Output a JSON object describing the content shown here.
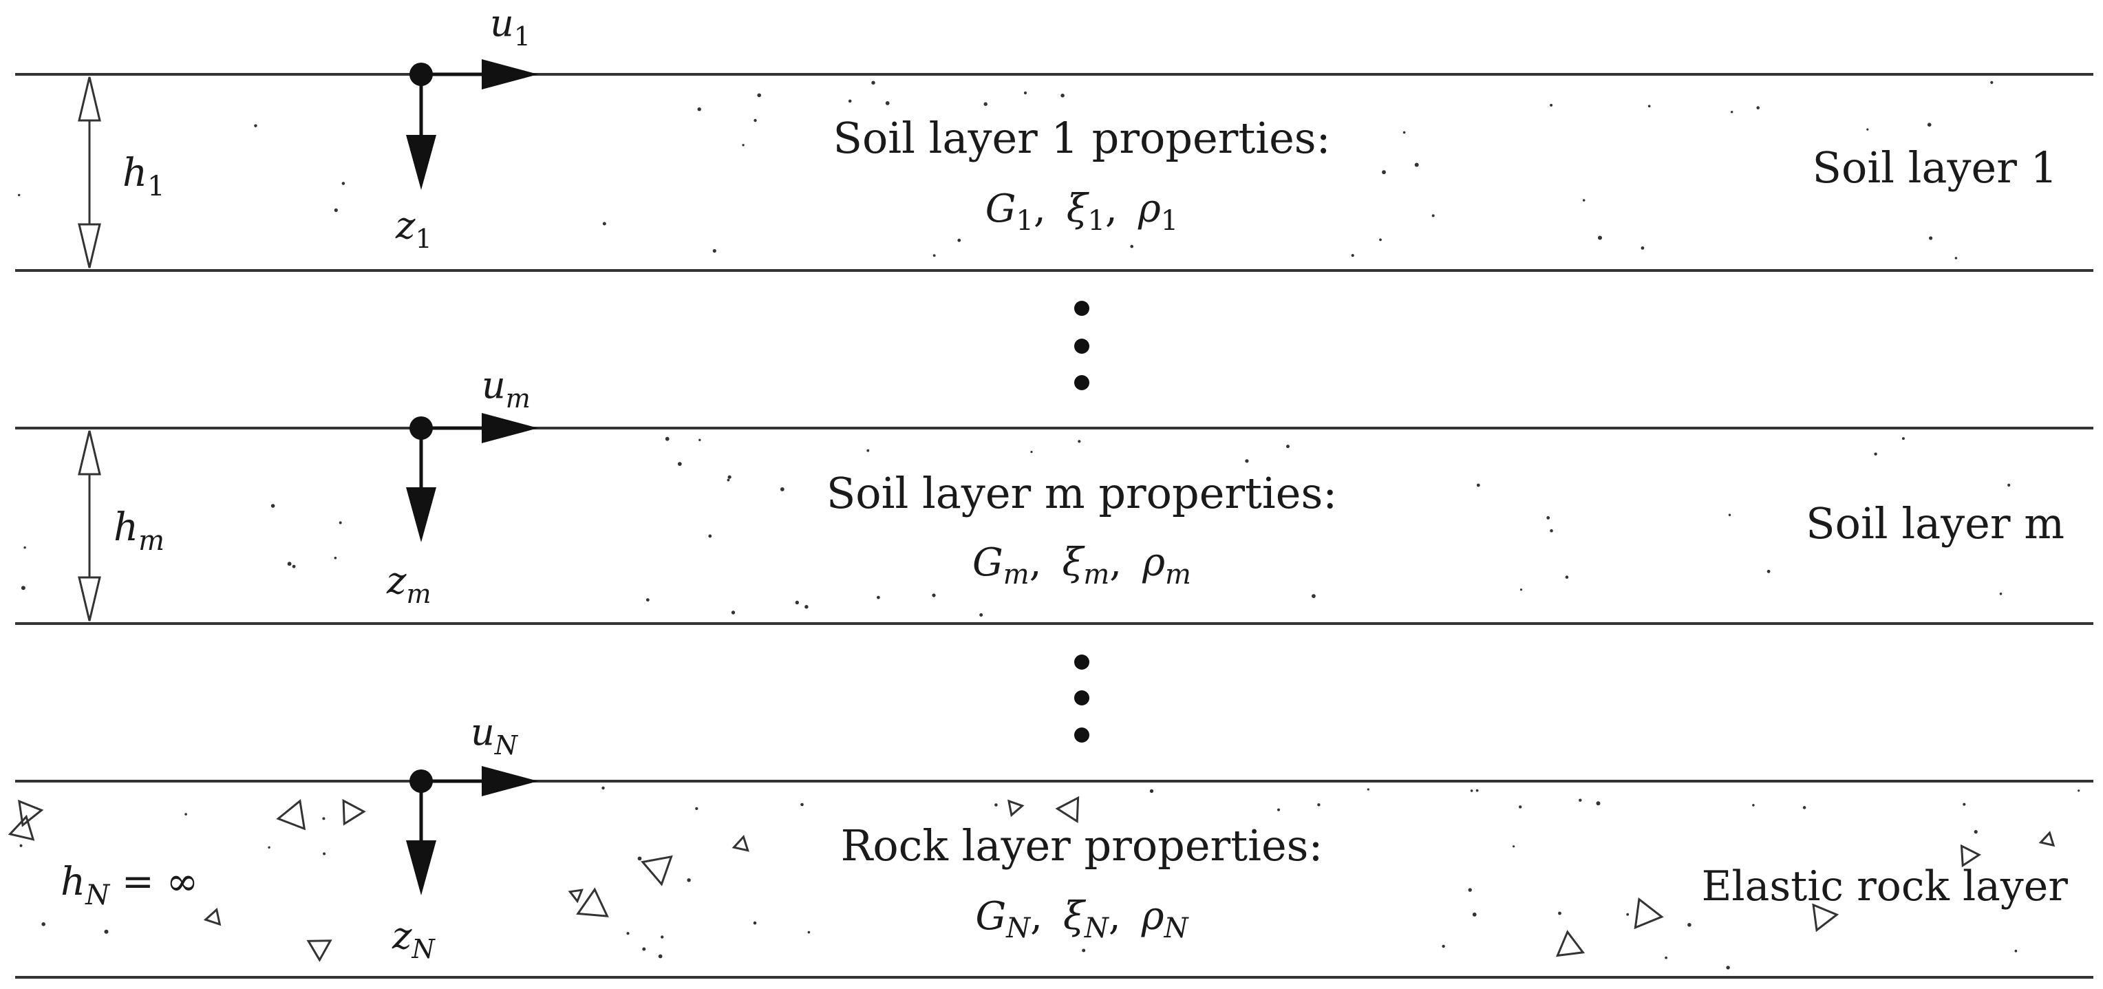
{
  "layers": [
    {
      "name": "Soil layer 1",
      "properties_heading": "Soil layer 1 properties:",
      "symbols": {
        "u": "u",
        "u_sub": "1",
        "z": "z",
        "z_sub": "1",
        "h": "h",
        "h_sub": "1",
        "h_suffix": ""
      },
      "params": {
        "G": "G",
        "G_sub": "1",
        "xi": "ξ",
        "xi_sub": "1",
        "rho": "ρ",
        "rho_sub": "1"
      },
      "texture": "sparse-dots"
    },
    {
      "name": "Soil layer m",
      "properties_heading": "Soil layer m properties:",
      "symbols": {
        "u": "u",
        "u_sub": "m",
        "z": "z",
        "z_sub": "m",
        "h": "h",
        "h_sub": "m",
        "h_suffix": ""
      },
      "params": {
        "G": "G",
        "G_sub": "m",
        "xi": "ξ",
        "xi_sub": "m",
        "rho": "ρ",
        "rho_sub": "m"
      },
      "texture": "sparse-dots"
    },
    {
      "name": "Elastic rock layer",
      "properties_heading": "Rock layer properties:",
      "symbols": {
        "u": "u",
        "u_sub": "N",
        "z": "z",
        "z_sub": "N",
        "h": "h",
        "h_sub": "N",
        "h_suffix": " = ∞"
      },
      "params": {
        "G": "G",
        "G_sub": "N",
        "xi": "ξ",
        "xi_sub": "N",
        "rho": "ρ",
        "rho_sub": "N"
      },
      "texture": "dots-and-triangles"
    }
  ],
  "separators": [
    "•",
    "•",
    "•"
  ],
  "param_separator": ","
}
